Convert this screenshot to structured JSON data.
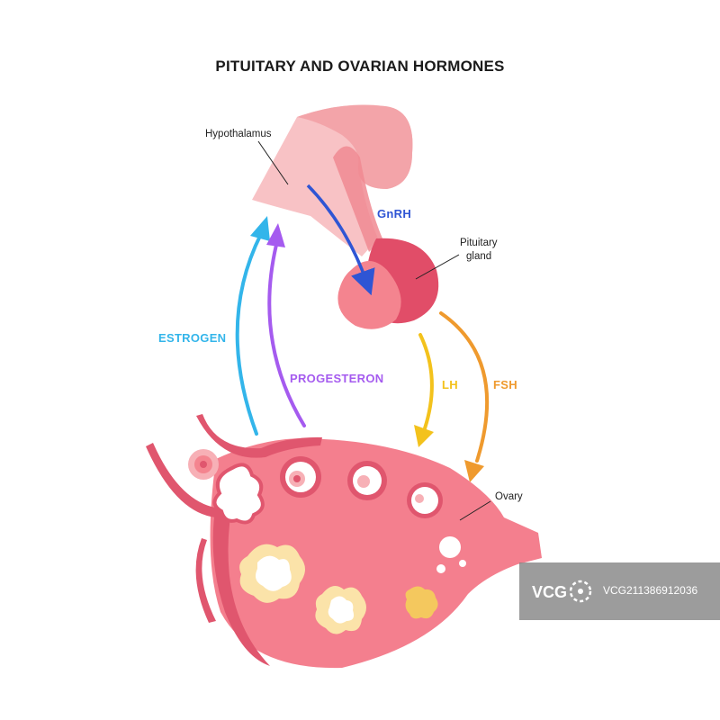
{
  "title": "PITUITARY AND OVARIAN HORMONES",
  "labels": {
    "hypothalamus": "Hypothalamus",
    "pituitary_line1": "Pituitary",
    "pituitary_line2": "gland",
    "ovary": "Ovary"
  },
  "hormones": {
    "gnrh": "GnRH",
    "estrogen": "ESTROGEN",
    "progesteron": "PROGESTERON",
    "lh": "LH",
    "fsh": "FSH"
  },
  "colors": {
    "gnrh": "#2f55d4",
    "estrogen": "#33b5ea",
    "progesteron": "#a55bef",
    "lh": "#f3c21c",
    "fsh": "#ef9a2e",
    "ovary": "#f47f8e",
    "tissue_dark": "#e0566e",
    "hypothalamus": "#f8c2c5",
    "pituitary_dark": "#e14d68",
    "pituitary_light": "#f4848f"
  },
  "watermark": {
    "text": "VCG211386912036"
  }
}
